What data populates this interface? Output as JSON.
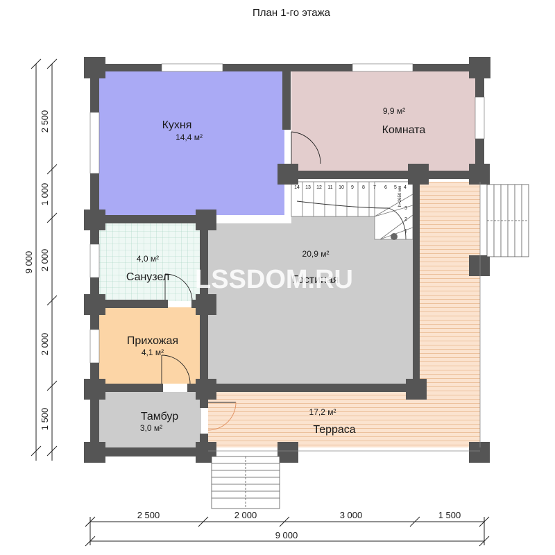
{
  "title": "План 1-го этажа",
  "watermark": "LSSDOM.RU",
  "rooms": {
    "kitchen": {
      "name": "Кухня",
      "area": "14,4 м²",
      "color": "#aaaaf5"
    },
    "room": {
      "name": "Комната",
      "area": "9,9 м²",
      "color": "#e3cdcd"
    },
    "bathroom": {
      "name": "Санузел",
      "area": "4,0 м²",
      "color": "#eef8f4"
    },
    "living": {
      "name": "Гостиная",
      "area": "20,9 м²",
      "color": "#cccccc"
    },
    "hall": {
      "name": "Прихожая",
      "area": "4,1 м²",
      "color": "#fcd5a6"
    },
    "vestibule": {
      "name": "Тамбур",
      "area": "3,0 м²",
      "color": "#cccccc"
    },
    "terrace": {
      "name": "Терраса",
      "area": "17,2 м²",
      "color": "#fbe3cf"
    }
  },
  "wall_color": "#555555",
  "stairs": {
    "upper_steps": [
      "14",
      "13",
      "12",
      "11",
      "10",
      "9",
      "8",
      "7",
      "6",
      "5",
      "4"
    ],
    "side_steps": [
      "3",
      "2",
      "1"
    ],
    "note": "h=2650 мм"
  },
  "dims": {
    "left": [
      "2 500",
      "1 000",
      "2 000",
      "2 000",
      "1 500"
    ],
    "left_total": "9 000",
    "bottom": [
      "2 500",
      "2 000",
      "3 000",
      "1 500"
    ],
    "bottom_total": "9 000"
  }
}
